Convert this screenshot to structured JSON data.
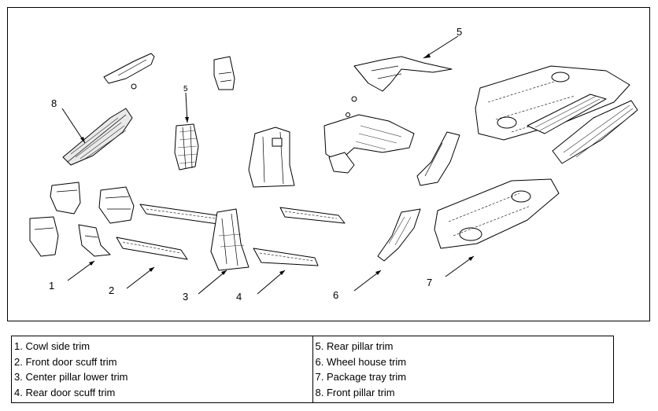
{
  "callouts": {
    "c1": "1",
    "c2": "2",
    "c3": "3",
    "c4": "4",
    "c5a": "5",
    "c5b": "5",
    "c6": "6",
    "c7": "7",
    "c8": "8"
  },
  "legend": {
    "left": [
      "1. Cowl side trim",
      "2. Front door scuff trim",
      "3. Center pillar lower trim",
      "4. Rear door scuff trim"
    ],
    "right": [
      "5. Rear pillar trim",
      "6. Wheel house trim",
      "7. Package tray trim",
      "8. Front pillar trim"
    ]
  }
}
